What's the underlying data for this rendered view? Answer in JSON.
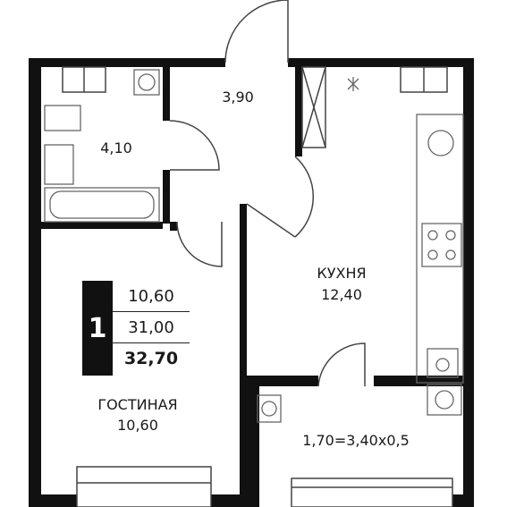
{
  "rooms": {
    "hall_area": "3,90",
    "bath_area": "4,10",
    "kitchen_name": "КУХНЯ",
    "kitchen_area": "12,40",
    "living_name": "ГОСТИНАЯ",
    "living_area": "10,60",
    "balcony_area": "1,70=3,40x0,5"
  },
  "summary": {
    "rooms_count": "1",
    "living_area": "10,60",
    "usable_area": "31,00",
    "total_area": "32,70"
  },
  "colors": {
    "wall": "#111111",
    "line": "#444444",
    "fixture": "#666666"
  }
}
